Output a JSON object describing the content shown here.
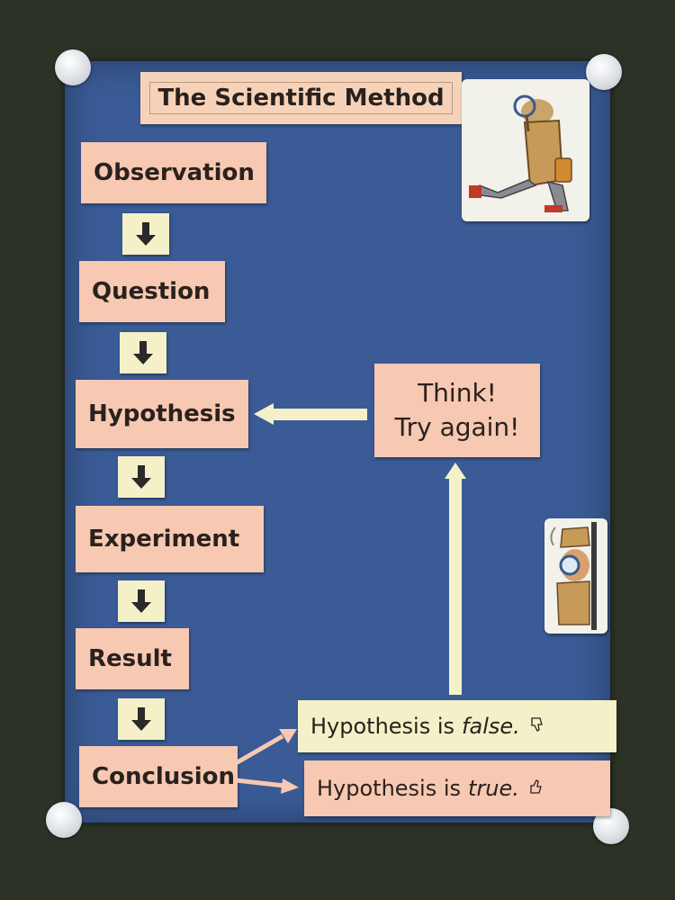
{
  "title": "The Scientific Method",
  "steps": [
    "Observation",
    "Question",
    "Hypothesis",
    "Experiment",
    "Result",
    "Conclusion"
  ],
  "feedback": {
    "line1": "Think!",
    "line2": "Try again!"
  },
  "outcomes": {
    "false": {
      "prefix": "Hypothesis is",
      "word": "false."
    },
    "true": {
      "prefix": "Hypothesis is",
      "word": "true."
    }
  },
  "icons": {
    "down_arrow": "down-arrow-icon",
    "thumbs_down": "thumbs-down-icon",
    "thumbs_up": "thumbs-up-icon",
    "detective_walking": "detective-walking-icon",
    "detective_peeking": "detective-peeking-icon"
  },
  "colors": {
    "poster": "#3a5b96",
    "card_pink": "#f7c8b2",
    "card_yellow": "#f4f0c8",
    "wall": "#2b3226"
  }
}
